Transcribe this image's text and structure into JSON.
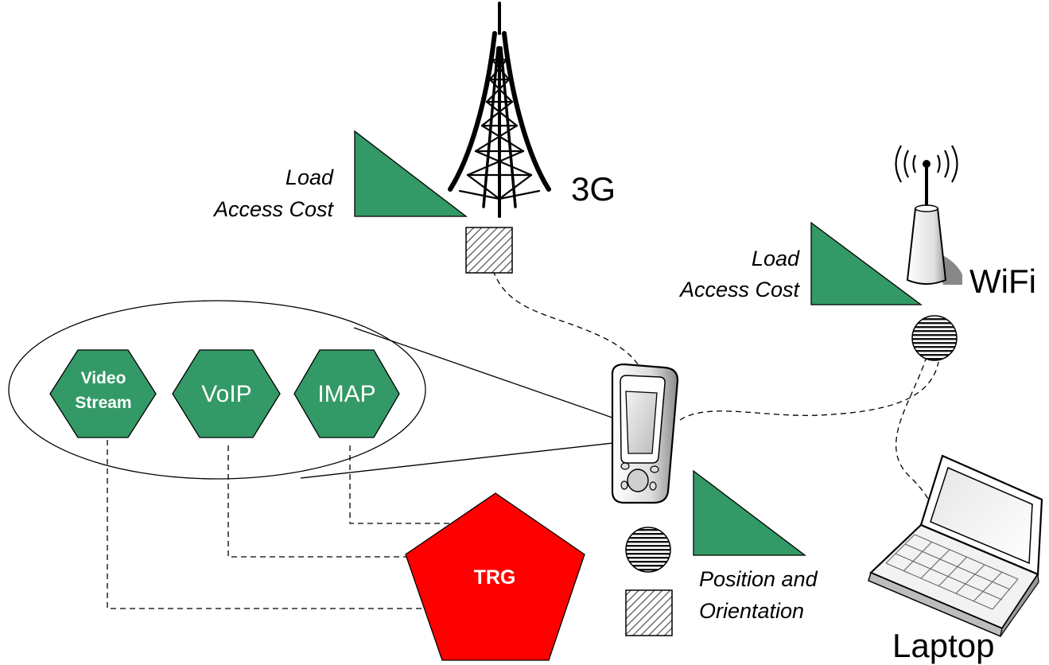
{
  "labels": {
    "tower": "3G",
    "wifi": "WiFi",
    "laptop": "Laptop",
    "tower_metric_line1": "Load",
    "tower_metric_line2": "Access Cost",
    "wifi_metric_line1": "Load",
    "wifi_metric_line2": "Access Cost",
    "device_metric_line1": "Position and",
    "device_metric_line2": "Orientation"
  },
  "services": {
    "video_line1": "Video",
    "video_line2": "Stream",
    "voip": "VoIP",
    "imap": "IMAP"
  },
  "trg": "TRG",
  "colors": {
    "green": "#339966",
    "red": "#ff0000",
    "ink": "#000000"
  },
  "icons": [
    "tower-icon",
    "wifi-router-icon",
    "pda-icon",
    "laptop-icon",
    "hatched-square-icon",
    "striped-circle-icon"
  ]
}
